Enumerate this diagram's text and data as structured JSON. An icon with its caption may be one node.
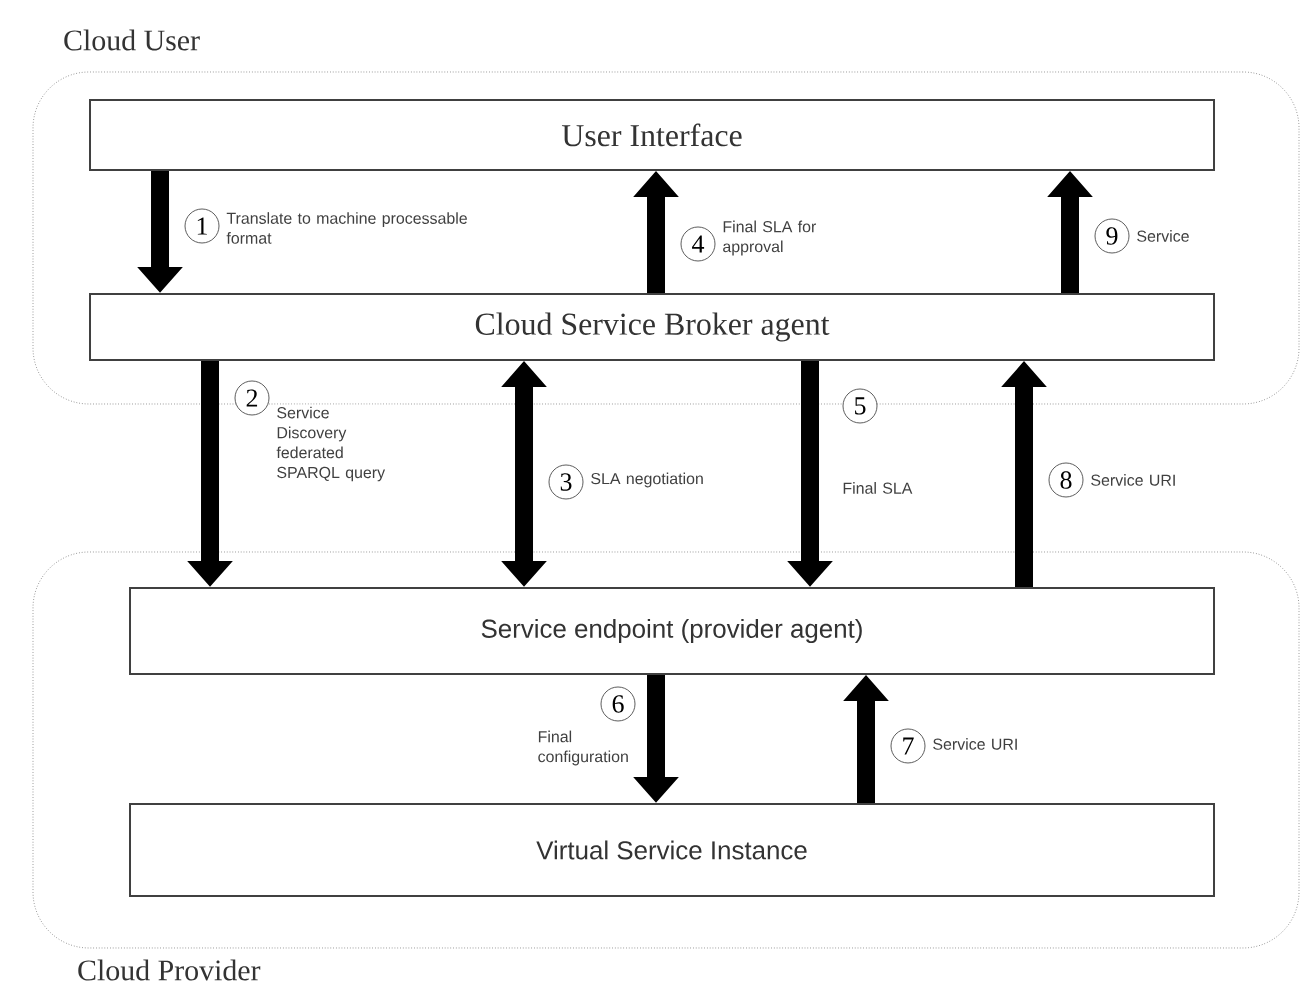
{
  "diagram": {
    "nodes": [
      {
        "text": [
          "Cloud User"
        ]
      },
      {
        "text": [
          "User Interface"
        ],
        "in": 0
      },
      {
        "text": [
          "Cloud Service Broker agent"
        ],
        "in": 0
      },
      {
        "text": [
          "Cloud Provider"
        ]
      },
      {
        "text": [
          "Service endpoint (provider agent)"
        ],
        "in": 3
      },
      {
        "text": [
          "Virtual Service Instance"
        ],
        "in": 3
      }
    ],
    "edges": [
      {
        "from": 1,
        "to": 2,
        "arrow": "to",
        "label": "Translate to machine processable format"
      },
      {
        "from": 2,
        "to": 4,
        "arrow": "to",
        "label": "Service Discovery federated SPARQL query"
      },
      {
        "from": 2,
        "to": 4,
        "arrow": "both",
        "label": "SLA negotiation"
      },
      {
        "from": 2,
        "to": 1,
        "arrow": "to",
        "label": "Final SLA for approval"
      },
      {
        "from": 2,
        "to": 4,
        "arrow": "to",
        "label": "Final SLA"
      },
      {
        "from": 4,
        "to": 5,
        "arrow": "to",
        "label": "Final configuration"
      },
      {
        "from": 5,
        "to": 4,
        "arrow": "to",
        "label": "Service URI"
      },
      {
        "from": 4,
        "to": 2,
        "arrow": "to",
        "label": "Service URI"
      },
      {
        "from": 2,
        "to": 1,
        "arrow": "to",
        "label": "Service"
      }
    ],
    "labels": [
      "1",
      "2",
      "3",
      "4",
      "5",
      "6",
      "7",
      "8",
      "9"
    ]
  }
}
